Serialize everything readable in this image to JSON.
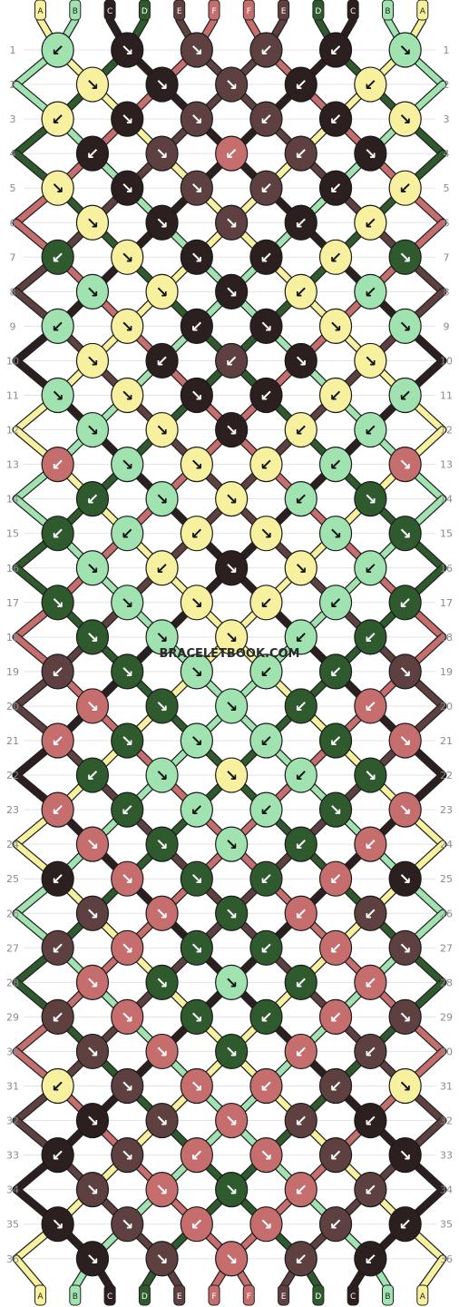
{
  "watermark": "BRACELETBOOK.COM",
  "strand_labels_top": [
    "A",
    "B",
    "C",
    "D",
    "E",
    "F",
    "F",
    "E",
    "D",
    "C",
    "B",
    "A"
  ],
  "strand_labels_bottom": [
    "A",
    "B",
    "C",
    "D",
    "E",
    "F",
    "F",
    "E",
    "D",
    "C",
    "B",
    "A"
  ],
  "row_numbers": [
    "1",
    "2",
    "3",
    "4",
    "5",
    "6",
    "7",
    "8",
    "9",
    "10",
    "11",
    "12",
    "13",
    "14",
    "15",
    "16",
    "17",
    "18",
    "19",
    "20",
    "21",
    "22",
    "23",
    "24",
    "25",
    "26",
    "27",
    "28",
    "29",
    "30",
    "31",
    "32",
    "33",
    "34",
    "35",
    "36"
  ],
  "colors": {
    "A": "#f7f09f",
    "B": "#a1e3b0",
    "C": "#2b1f1f",
    "D": "#2f5a2e",
    "E": "#5f4040",
    "F": "#c66e6e"
  },
  "strands_initial": [
    "A",
    "B",
    "C",
    "D",
    "E",
    "F",
    "F",
    "E",
    "D",
    "C",
    "B",
    "A"
  ],
  "knot_rows": [
    [
      {
        "c": "B",
        "a": "↙"
      },
      {
        "c": "C",
        "a": "↘"
      },
      {
        "c": "E",
        "a": "↘"
      },
      {
        "c": "E",
        "a": "↙"
      },
      {
        "c": "C",
        "a": "↙"
      },
      {
        "c": "B",
        "a": "↘"
      }
    ],
    [
      {
        "c": "A",
        "a": "↘"
      },
      {
        "c": "C",
        "a": "↘"
      },
      {
        "c": "E",
        "a": "↘"
      },
      {
        "c": "C",
        "a": "↙"
      },
      {
        "c": "A",
        "a": "↙"
      }
    ],
    [
      {
        "c": "A",
        "a": "↙"
      },
      {
        "c": "C",
        "a": "↘"
      },
      {
        "c": "E",
        "a": "↘"
      },
      {
        "c": "E",
        "a": "↙"
      },
      {
        "c": "C",
        "a": "↙"
      },
      {
        "c": "A",
        "a": "↘"
      }
    ],
    [
      {
        "c": "C",
        "a": "↙"
      },
      {
        "c": "E",
        "a": "↘"
      },
      {
        "c": "F",
        "a": "↙"
      },
      {
        "c": "E",
        "a": "↙"
      },
      {
        "c": "C",
        "a": "↘"
      }
    ],
    [
      {
        "c": "A",
        "a": "↘"
      },
      {
        "c": "C",
        "a": "↘"
      },
      {
        "c": "E",
        "a": "↘"
      },
      {
        "c": "E",
        "a": "↙"
      },
      {
        "c": "C",
        "a": "↙"
      },
      {
        "c": "A",
        "a": "↙"
      }
    ],
    [
      {
        "c": "A",
        "a": "↘"
      },
      {
        "c": "C",
        "a": "↘"
      },
      {
        "c": "E",
        "a": "↘"
      },
      {
        "c": "C",
        "a": "↙"
      },
      {
        "c": "A",
        "a": "↙"
      }
    ],
    [
      {
        "c": "D",
        "a": "↙"
      },
      {
        "c": "A",
        "a": "↘"
      },
      {
        "c": "C",
        "a": "↘"
      },
      {
        "c": "C",
        "a": "↙"
      },
      {
        "c": "A",
        "a": "↙"
      },
      {
        "c": "D",
        "a": "↘"
      }
    ],
    [
      {
        "c": "B",
        "a": "↘"
      },
      {
        "c": "A",
        "a": "↘"
      },
      {
        "c": "C",
        "a": "↘"
      },
      {
        "c": "A",
        "a": "↙"
      },
      {
        "c": "B",
        "a": "↙"
      }
    ],
    [
      {
        "c": "B",
        "a": "↙"
      },
      {
        "c": "A",
        "a": "↘"
      },
      {
        "c": "C",
        "a": "↙"
      },
      {
        "c": "C",
        "a": "↘"
      },
      {
        "c": "A",
        "a": "↘"
      },
      {
        "c": "B",
        "a": "↘"
      }
    ],
    [
      {
        "c": "A",
        "a": "↘"
      },
      {
        "c": "C",
        "a": "↙"
      },
      {
        "c": "E",
        "a": "↙"
      },
      {
        "c": "C",
        "a": "↘"
      },
      {
        "c": "A",
        "a": "↘"
      }
    ],
    [
      {
        "c": "B",
        "a": "↘"
      },
      {
        "c": "A",
        "a": "↘"
      },
      {
        "c": "C",
        "a": "↘"
      },
      {
        "c": "C",
        "a": "↙"
      },
      {
        "c": "A",
        "a": "↙"
      },
      {
        "c": "B",
        "a": "↙"
      }
    ],
    [
      {
        "c": "B",
        "a": "↘"
      },
      {
        "c": "A",
        "a": "↘"
      },
      {
        "c": "C",
        "a": "↘"
      },
      {
        "c": "A",
        "a": "↙"
      },
      {
        "c": "B",
        "a": "↙"
      }
    ],
    [
      {
        "c": "F",
        "a": "↙"
      },
      {
        "c": "B",
        "a": "↘"
      },
      {
        "c": "A",
        "a": "↘"
      },
      {
        "c": "A",
        "a": "↙"
      },
      {
        "c": "B",
        "a": "↙"
      },
      {
        "c": "F",
        "a": "↘"
      }
    ],
    [
      {
        "c": "D",
        "a": "↙"
      },
      {
        "c": "B",
        "a": "↘"
      },
      {
        "c": "A",
        "a": "↘"
      },
      {
        "c": "B",
        "a": "↙"
      },
      {
        "c": "D",
        "a": "↘"
      }
    ],
    [
      {
        "c": "D",
        "a": "↙"
      },
      {
        "c": "B",
        "a": "↙"
      },
      {
        "c": "A",
        "a": "↙"
      },
      {
        "c": "A",
        "a": "↘"
      },
      {
        "c": "B",
        "a": "↘"
      },
      {
        "c": "D",
        "a": "↘"
      }
    ],
    [
      {
        "c": "B",
        "a": "↘"
      },
      {
        "c": "A",
        "a": "↙"
      },
      {
        "c": "C",
        "a": "↘"
      },
      {
        "c": "A",
        "a": "↘"
      },
      {
        "c": "B",
        "a": "↙"
      }
    ],
    [
      {
        "c": "D",
        "a": "↘"
      },
      {
        "c": "B",
        "a": "↘"
      },
      {
        "c": "A",
        "a": "↘"
      },
      {
        "c": "A",
        "a": "↙"
      },
      {
        "c": "B",
        "a": "↙"
      },
      {
        "c": "D",
        "a": "↙"
      }
    ],
    [
      {
        "c": "D",
        "a": "↘"
      },
      {
        "c": "B",
        "a": "↘"
      },
      {
        "c": "A",
        "a": "↘"
      },
      {
        "c": "B",
        "a": "↙"
      },
      {
        "c": "D",
        "a": "↙"
      }
    ],
    [
      {
        "c": "E",
        "a": "↙"
      },
      {
        "c": "D",
        "a": "↘"
      },
      {
        "c": "B",
        "a": "↘"
      },
      {
        "c": "B",
        "a": "↙"
      },
      {
        "c": "D",
        "a": "↙"
      },
      {
        "c": "E",
        "a": "↘"
      }
    ],
    [
      {
        "c": "F",
        "a": "↘"
      },
      {
        "c": "D",
        "a": "↘"
      },
      {
        "c": "B",
        "a": "↘"
      },
      {
        "c": "D",
        "a": "↙"
      },
      {
        "c": "F",
        "a": "↙"
      }
    ],
    [
      {
        "c": "F",
        "a": "↙"
      },
      {
        "c": "D",
        "a": "↘"
      },
      {
        "c": "B",
        "a": "↘"
      },
      {
        "c": "B",
        "a": "↙"
      },
      {
        "c": "D",
        "a": "↙"
      },
      {
        "c": "F",
        "a": "↘"
      }
    ],
    [
      {
        "c": "D",
        "a": "↙"
      },
      {
        "c": "B",
        "a": "↘"
      },
      {
        "c": "A",
        "a": "↘"
      },
      {
        "c": "B",
        "a": "↙"
      },
      {
        "c": "D",
        "a": "↘"
      }
    ],
    [
      {
        "c": "F",
        "a": "↙"
      },
      {
        "c": "D",
        "a": "↙"
      },
      {
        "c": "B",
        "a": "↙"
      },
      {
        "c": "B",
        "a": "↙"
      },
      {
        "c": "D",
        "a": "↘"
      },
      {
        "c": "F",
        "a": "↘"
      }
    ],
    [
      {
        "c": "F",
        "a": "↘"
      },
      {
        "c": "D",
        "a": "↘"
      },
      {
        "c": "B",
        "a": "↘"
      },
      {
        "c": "D",
        "a": "↙"
      },
      {
        "c": "F",
        "a": "↙"
      }
    ],
    [
      {
        "c": "C",
        "a": "↙"
      },
      {
        "c": "F",
        "a": "↘"
      },
      {
        "c": "D",
        "a": "↘"
      },
      {
        "c": "D",
        "a": "↙"
      },
      {
        "c": "F",
        "a": "↙"
      },
      {
        "c": "C",
        "a": "↘"
      }
    ],
    [
      {
        "c": "E",
        "a": "↘"
      },
      {
        "c": "F",
        "a": "↘"
      },
      {
        "c": "D",
        "a": "↘"
      },
      {
        "c": "F",
        "a": "↙"
      },
      {
        "c": "E",
        "a": "↙"
      }
    ],
    [
      {
        "c": "E",
        "a": "↙"
      },
      {
        "c": "F",
        "a": "↘"
      },
      {
        "c": "D",
        "a": "↘"
      },
      {
        "c": "D",
        "a": "↙"
      },
      {
        "c": "F",
        "a": "↙"
      },
      {
        "c": "E",
        "a": "↘"
      }
    ],
    [
      {
        "c": "F",
        "a": "↘"
      },
      {
        "c": "D",
        "a": "↘"
      },
      {
        "c": "B",
        "a": "↘"
      },
      {
        "c": "D",
        "a": "↙"
      },
      {
        "c": "F",
        "a": "↙"
      }
    ],
    [
      {
        "c": "E",
        "a": "↙"
      },
      {
        "c": "F",
        "a": "↘"
      },
      {
        "c": "D",
        "a": "↘"
      },
      {
        "c": "D",
        "a": "↙"
      },
      {
        "c": "F",
        "a": "↙"
      },
      {
        "c": "E",
        "a": "↘"
      }
    ],
    [
      {
        "c": "E",
        "a": "↘"
      },
      {
        "c": "F",
        "a": "↘"
      },
      {
        "c": "D",
        "a": "↘"
      },
      {
        "c": "F",
        "a": "↙"
      },
      {
        "c": "E",
        "a": "↙"
      }
    ],
    [
      {
        "c": "A",
        "a": "↙"
      },
      {
        "c": "E",
        "a": "↘"
      },
      {
        "c": "F",
        "a": "↘"
      },
      {
        "c": "F",
        "a": "↙"
      },
      {
        "c": "E",
        "a": "↙"
      },
      {
        "c": "A",
        "a": "↘"
      }
    ],
    [
      {
        "c": "C",
        "a": "↘"
      },
      {
        "c": "E",
        "a": "↘"
      },
      {
        "c": "F",
        "a": "↘"
      },
      {
        "c": "E",
        "a": "↙"
      },
      {
        "c": "C",
        "a": "↙"
      }
    ],
    [
      {
        "c": "C",
        "a": "↙"
      },
      {
        "c": "E",
        "a": "↘"
      },
      {
        "c": "F",
        "a": "↙"
      },
      {
        "c": "F",
        "a": "↘"
      },
      {
        "c": "E",
        "a": "↙"
      },
      {
        "c": "C",
        "a": "↘"
      }
    ],
    [
      {
        "c": "E",
        "a": "↘"
      },
      {
        "c": "F",
        "a": "↘"
      },
      {
        "c": "D",
        "a": "↘"
      },
      {
        "c": "F",
        "a": "↙"
      },
      {
        "c": "E",
        "a": "↙"
      }
    ],
    [
      {
        "c": "C",
        "a": "↘"
      },
      {
        "c": "E",
        "a": "↘"
      },
      {
        "c": "F",
        "a": "↙"
      },
      {
        "c": "F",
        "a": "↘"
      },
      {
        "c": "E",
        "a": "↙"
      },
      {
        "c": "C",
        "a": "↙"
      }
    ],
    [
      {
        "c": "C",
        "a": "↘"
      },
      {
        "c": "E",
        "a": "↘"
      },
      {
        "c": "F",
        "a": "↘"
      },
      {
        "c": "E",
        "a": "↙"
      },
      {
        "c": "C",
        "a": "↙"
      }
    ]
  ]
}
